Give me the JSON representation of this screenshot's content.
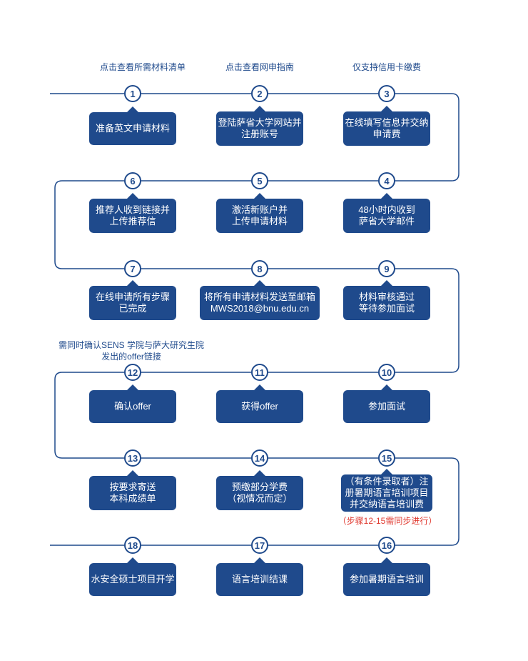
{
  "palette": {
    "navy": "#1f4a8c",
    "red": "#e03a30",
    "white": "#ffffff"
  },
  "annotations": {
    "top_notes": [
      {
        "label": "点击查看所需材料清单"
      },
      {
        "label": "点击查看网申指南"
      },
      {
        "label": "仅支持信用卡缴费"
      }
    ],
    "offer_note": {
      "line1": "需同时确认SENS 学院与萨大研究生院",
      "line2": "发出的offer链接"
    },
    "sync_note": "（步骤12-15需同步进行）"
  },
  "steps": [
    {
      "num": "1",
      "lines": [
        "准备英文申请材料"
      ]
    },
    {
      "num": "2",
      "lines": [
        "登陆萨省大学网站并",
        "注册账号"
      ]
    },
    {
      "num": "3",
      "lines": [
        "在线填写信息并交纳",
        "申请费"
      ]
    },
    {
      "num": "4",
      "lines": [
        "48小时内收到",
        "萨省大学邮件"
      ]
    },
    {
      "num": "5",
      "lines": [
        "激活新账户并",
        "上传申请材料"
      ]
    },
    {
      "num": "6",
      "lines": [
        "推荐人收到链接并",
        "上传推荐信"
      ]
    },
    {
      "num": "7",
      "lines": [
        "在线申请所有步骤",
        "已完成"
      ]
    },
    {
      "num": "8",
      "lines": [
        "将所有申请材料发送至邮箱",
        "MWS2018@bnu.edu.cn"
      ]
    },
    {
      "num": "9",
      "lines": [
        "材料审核通过",
        "等待参加面试"
      ]
    },
    {
      "num": "10",
      "lines": [
        "参加面试"
      ]
    },
    {
      "num": "11",
      "lines": [
        "获得offer"
      ]
    },
    {
      "num": "12",
      "lines": [
        "确认offer"
      ]
    },
    {
      "num": "13",
      "lines": [
        "按要求寄送",
        "本科成绩单"
      ]
    },
    {
      "num": "14",
      "lines": [
        "预缴部分学费",
        "（视情况而定）"
      ]
    },
    {
      "num": "15",
      "lines": [
        "（有条件录取者）注",
        "册暑期语言培训项目",
        "并交纳语言培训费"
      ]
    },
    {
      "num": "16",
      "lines": [
        "参加暑期语言培训"
      ]
    },
    {
      "num": "17",
      "lines": [
        "语言培训结课"
      ]
    },
    {
      "num": "18",
      "lines": [
        "水安全硕士项目开学"
      ]
    }
  ]
}
